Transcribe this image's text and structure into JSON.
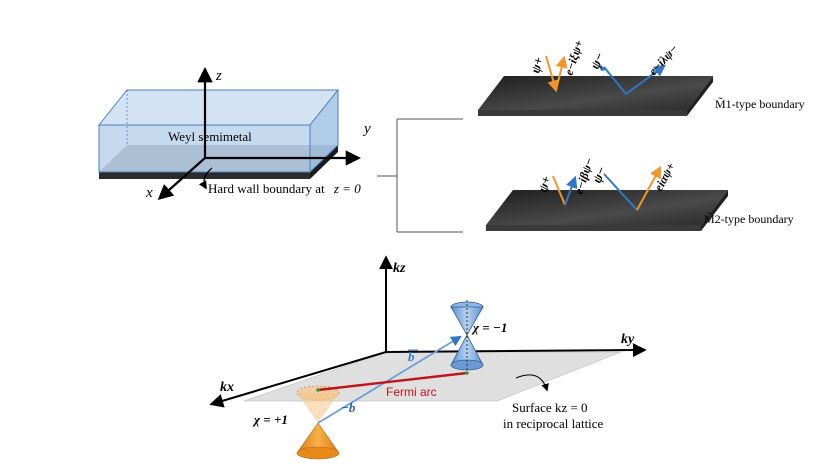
{
  "top_left": {
    "z_axis": "z",
    "y_axis": "y",
    "x_axis": "x",
    "slab_label": "Weyl semimetal",
    "boundary_label": "Hard wall boundary at",
    "boundary_eq": "z = 0"
  },
  "top_right": {
    "m1": {
      "psi_plus": "ψ+",
      "exp_plus": "e−iξψ+",
      "psi_minus": "ψ−",
      "exp_minus": "e−iλψ−",
      "label": "M̃1-type boundary"
    },
    "m2": {
      "psi_plus": "ψ+",
      "exp_plus": "e−iβψ−",
      "psi_minus": "ψ−",
      "exp_minus": "eiαψ+",
      "label": "M̃2-type boundary"
    }
  },
  "bottom": {
    "kz": "kz",
    "ky": "ky",
    "kx": "kx",
    "chi_minus": "χ = −1",
    "chi_plus": "χ = +1",
    "b_vec": "b",
    "neg_b": "−b",
    "fermi_arc": "Fermi arc",
    "surface_line1": "Surface kz = 0",
    "surface_line2": "in reciprocal lattice"
  },
  "colors": {
    "slab_fill": "#bcd3ec",
    "slab_edge": "#4a7fc0",
    "plate": "#2e2e2e",
    "orange": "#f0962a",
    "blue": "#2f78c4",
    "fermi_arc": "#c0141c",
    "surface": "#dcdcdc",
    "cone_blue": "#8fb6e3",
    "cone_orange": "#f29a1f"
  }
}
